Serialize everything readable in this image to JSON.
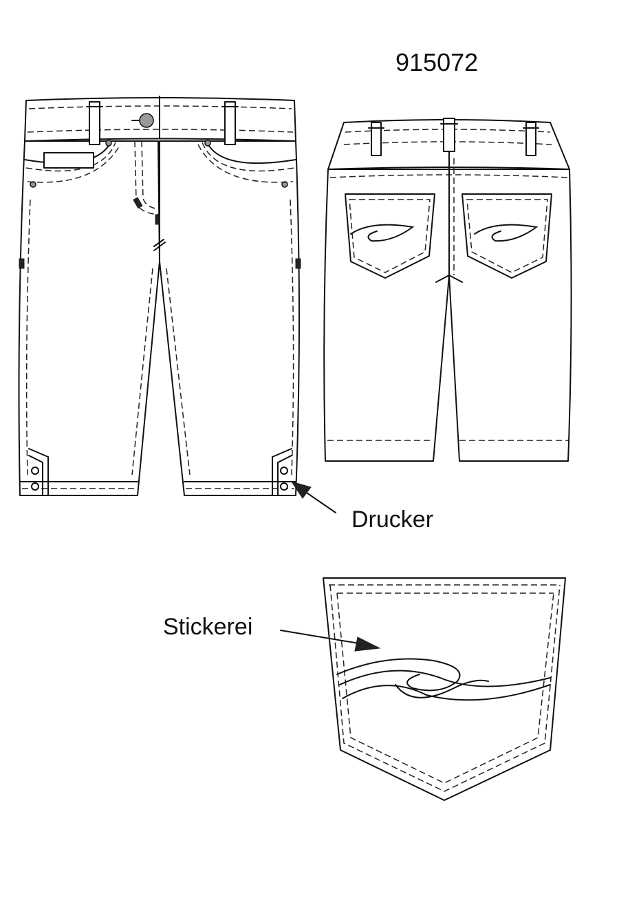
{
  "sheet": {
    "style_number": "915072",
    "callouts": {
      "snaps_label": "Drucker",
      "embroidery_label": "Stickerei"
    }
  },
  "colors": {
    "line": "#111111",
    "fill": "#ffffff",
    "hardware": "#9a9a9a"
  }
}
